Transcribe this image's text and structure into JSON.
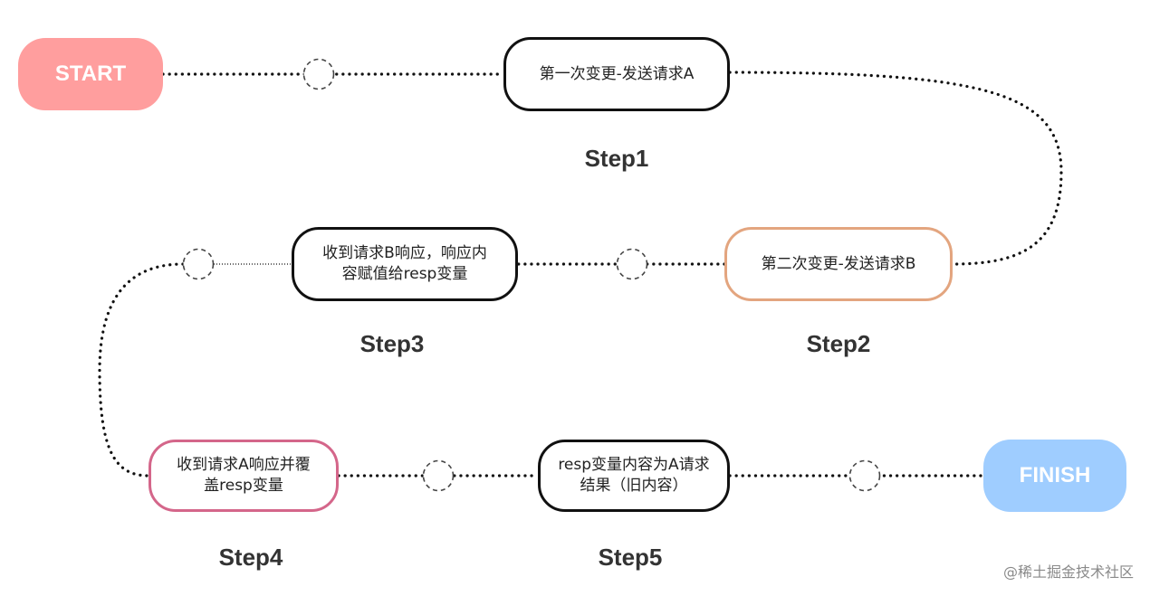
{
  "colors": {
    "start": "#ff9e9e",
    "finish": "#9fcdff",
    "step2_border": "#e3a57f",
    "step4_border": "#d4668a",
    "default_border": "#111111",
    "connector": "#111111"
  },
  "diagram": {
    "start_label": "START",
    "finish_label": "FINISH",
    "nodes": [
      {
        "id": "step1",
        "text": "第一次变更-发送请求A",
        "step_label": "Step1"
      },
      {
        "id": "step2",
        "text": "第二次变更-发送请求B",
        "step_label": "Step2"
      },
      {
        "id": "step3",
        "text": "收到请求B响应，响应内容赋值给resp变量",
        "step_label": "Step3"
      },
      {
        "id": "step4",
        "text": "收到请求A响应并覆盖resp变量",
        "step_label": "Step4"
      },
      {
        "id": "step5",
        "text": "resp变量内容为A请求结果（旧内容）",
        "step_label": "Step5"
      }
    ]
  },
  "watermark": "@稀土掘金技术社区"
}
